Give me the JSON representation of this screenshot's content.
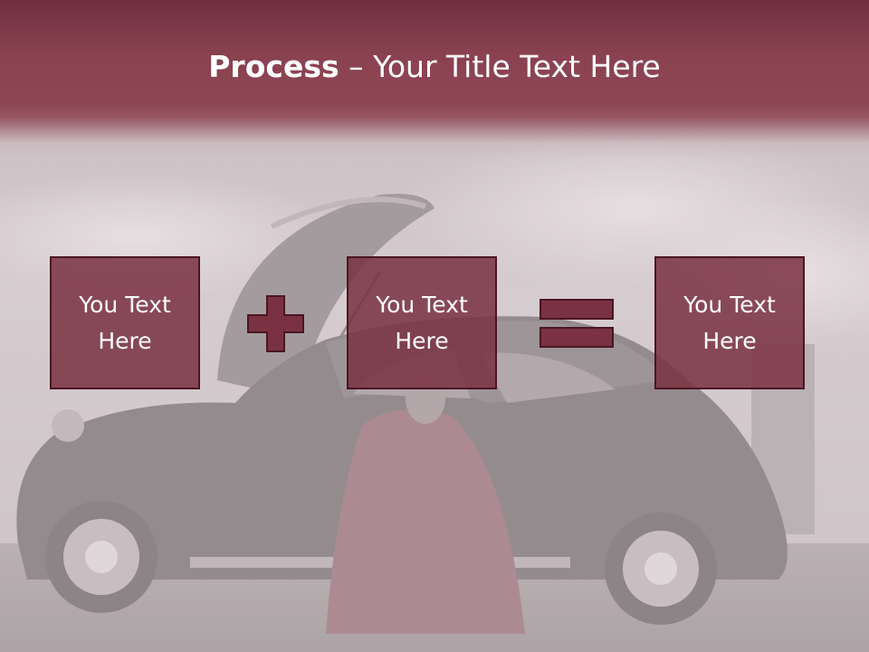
{
  "slide": {
    "title_bold": "Process",
    "title_separator": " – ",
    "title_rest": "Your Title Text Here",
    "boxes": [
      {
        "label_line1": "You Text",
        "label_line2": "Here"
      },
      {
        "label_line1": "You Text",
        "label_line2": "Here"
      },
      {
        "label_line1": "You Text",
        "label_line2": "Here"
      }
    ],
    "operators": [
      "plus-icon",
      "equals-icon"
    ]
  },
  "colors": {
    "header": "#8a4250",
    "box_fill": "#7a3242",
    "box_border": "#4a1722",
    "text": "#ffffff"
  }
}
